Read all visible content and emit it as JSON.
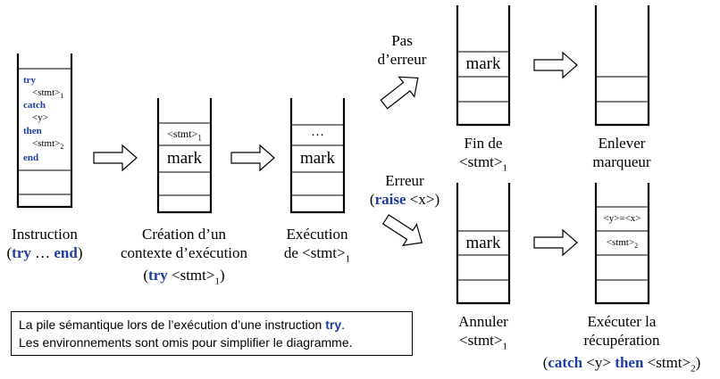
{
  "colors": {
    "keyword": "#1f3d9e",
    "line": "#000000",
    "arrow_fill": "#ffffff"
  },
  "stack1": {
    "code": {
      "try": "try",
      "stmt1": "<stmt>",
      "stmt1_sub": "1",
      "catch": "catch",
      "y": "<y>",
      "then": "then",
      "stmt2": "<stmt>",
      "stmt2_sub": "2",
      "end": "end"
    },
    "label_line1": "Instruction",
    "label_open": "(",
    "label_try": "try",
    "label_dots": " … ",
    "label_end": "end",
    "label_close": ")"
  },
  "stack2": {
    "cell_stmt": "<stmt>",
    "cell_stmt_sub": "1",
    "cell_mark": "mark",
    "label_line1": "Création d’un",
    "label_line2": "contexte d’exécution",
    "label_open": "(",
    "label_try": "try",
    "label_stmt": " <stmt>",
    "label_sub": "1",
    "label_close": ")"
  },
  "stack3": {
    "cell_dots": "…",
    "cell_mark": "mark",
    "label_line1": "Exécution",
    "label_line2": "de <stmt>",
    "label_sub": "1"
  },
  "branch_ok": {
    "label_line1": "Pas",
    "label_line2": "d’erreur"
  },
  "branch_err": {
    "label_line1": "Erreur",
    "label_open": "(",
    "label_raise": "raise",
    "label_x": " <x>",
    "label_close": ")"
  },
  "stack4": {
    "cell_mark": "mark",
    "label_line1": "Fin de",
    "label_line2": "<stmt>",
    "label_sub": "1"
  },
  "stack5": {
    "label_line1": "Enlever",
    "label_line2": "marqueur"
  },
  "stack6": {
    "cell_mark": "mark",
    "label_line1": "Annuler",
    "label_line2": "<stmt>",
    "label_sub": "1"
  },
  "stack7": {
    "cell_assign": "<y>=<x>",
    "cell_stmt": "<stmt>",
    "cell_stmt_sub": "2",
    "label_line1": "Exécuter la",
    "label_line2": "récupération",
    "label_open": "(",
    "label_catch": "catch",
    "label_y": " <y> ",
    "label_then": "then",
    "label_stmt": " <stmt>",
    "label_sub": "2",
    "label_close": ")"
  },
  "caption": {
    "line1_text": "La pile sémantique lors de l’exécution d’une instruction ",
    "line1_kw": "try",
    "line1_end": ".",
    "line2": "Les environnements sont omis pour simplifier le diagramme."
  }
}
